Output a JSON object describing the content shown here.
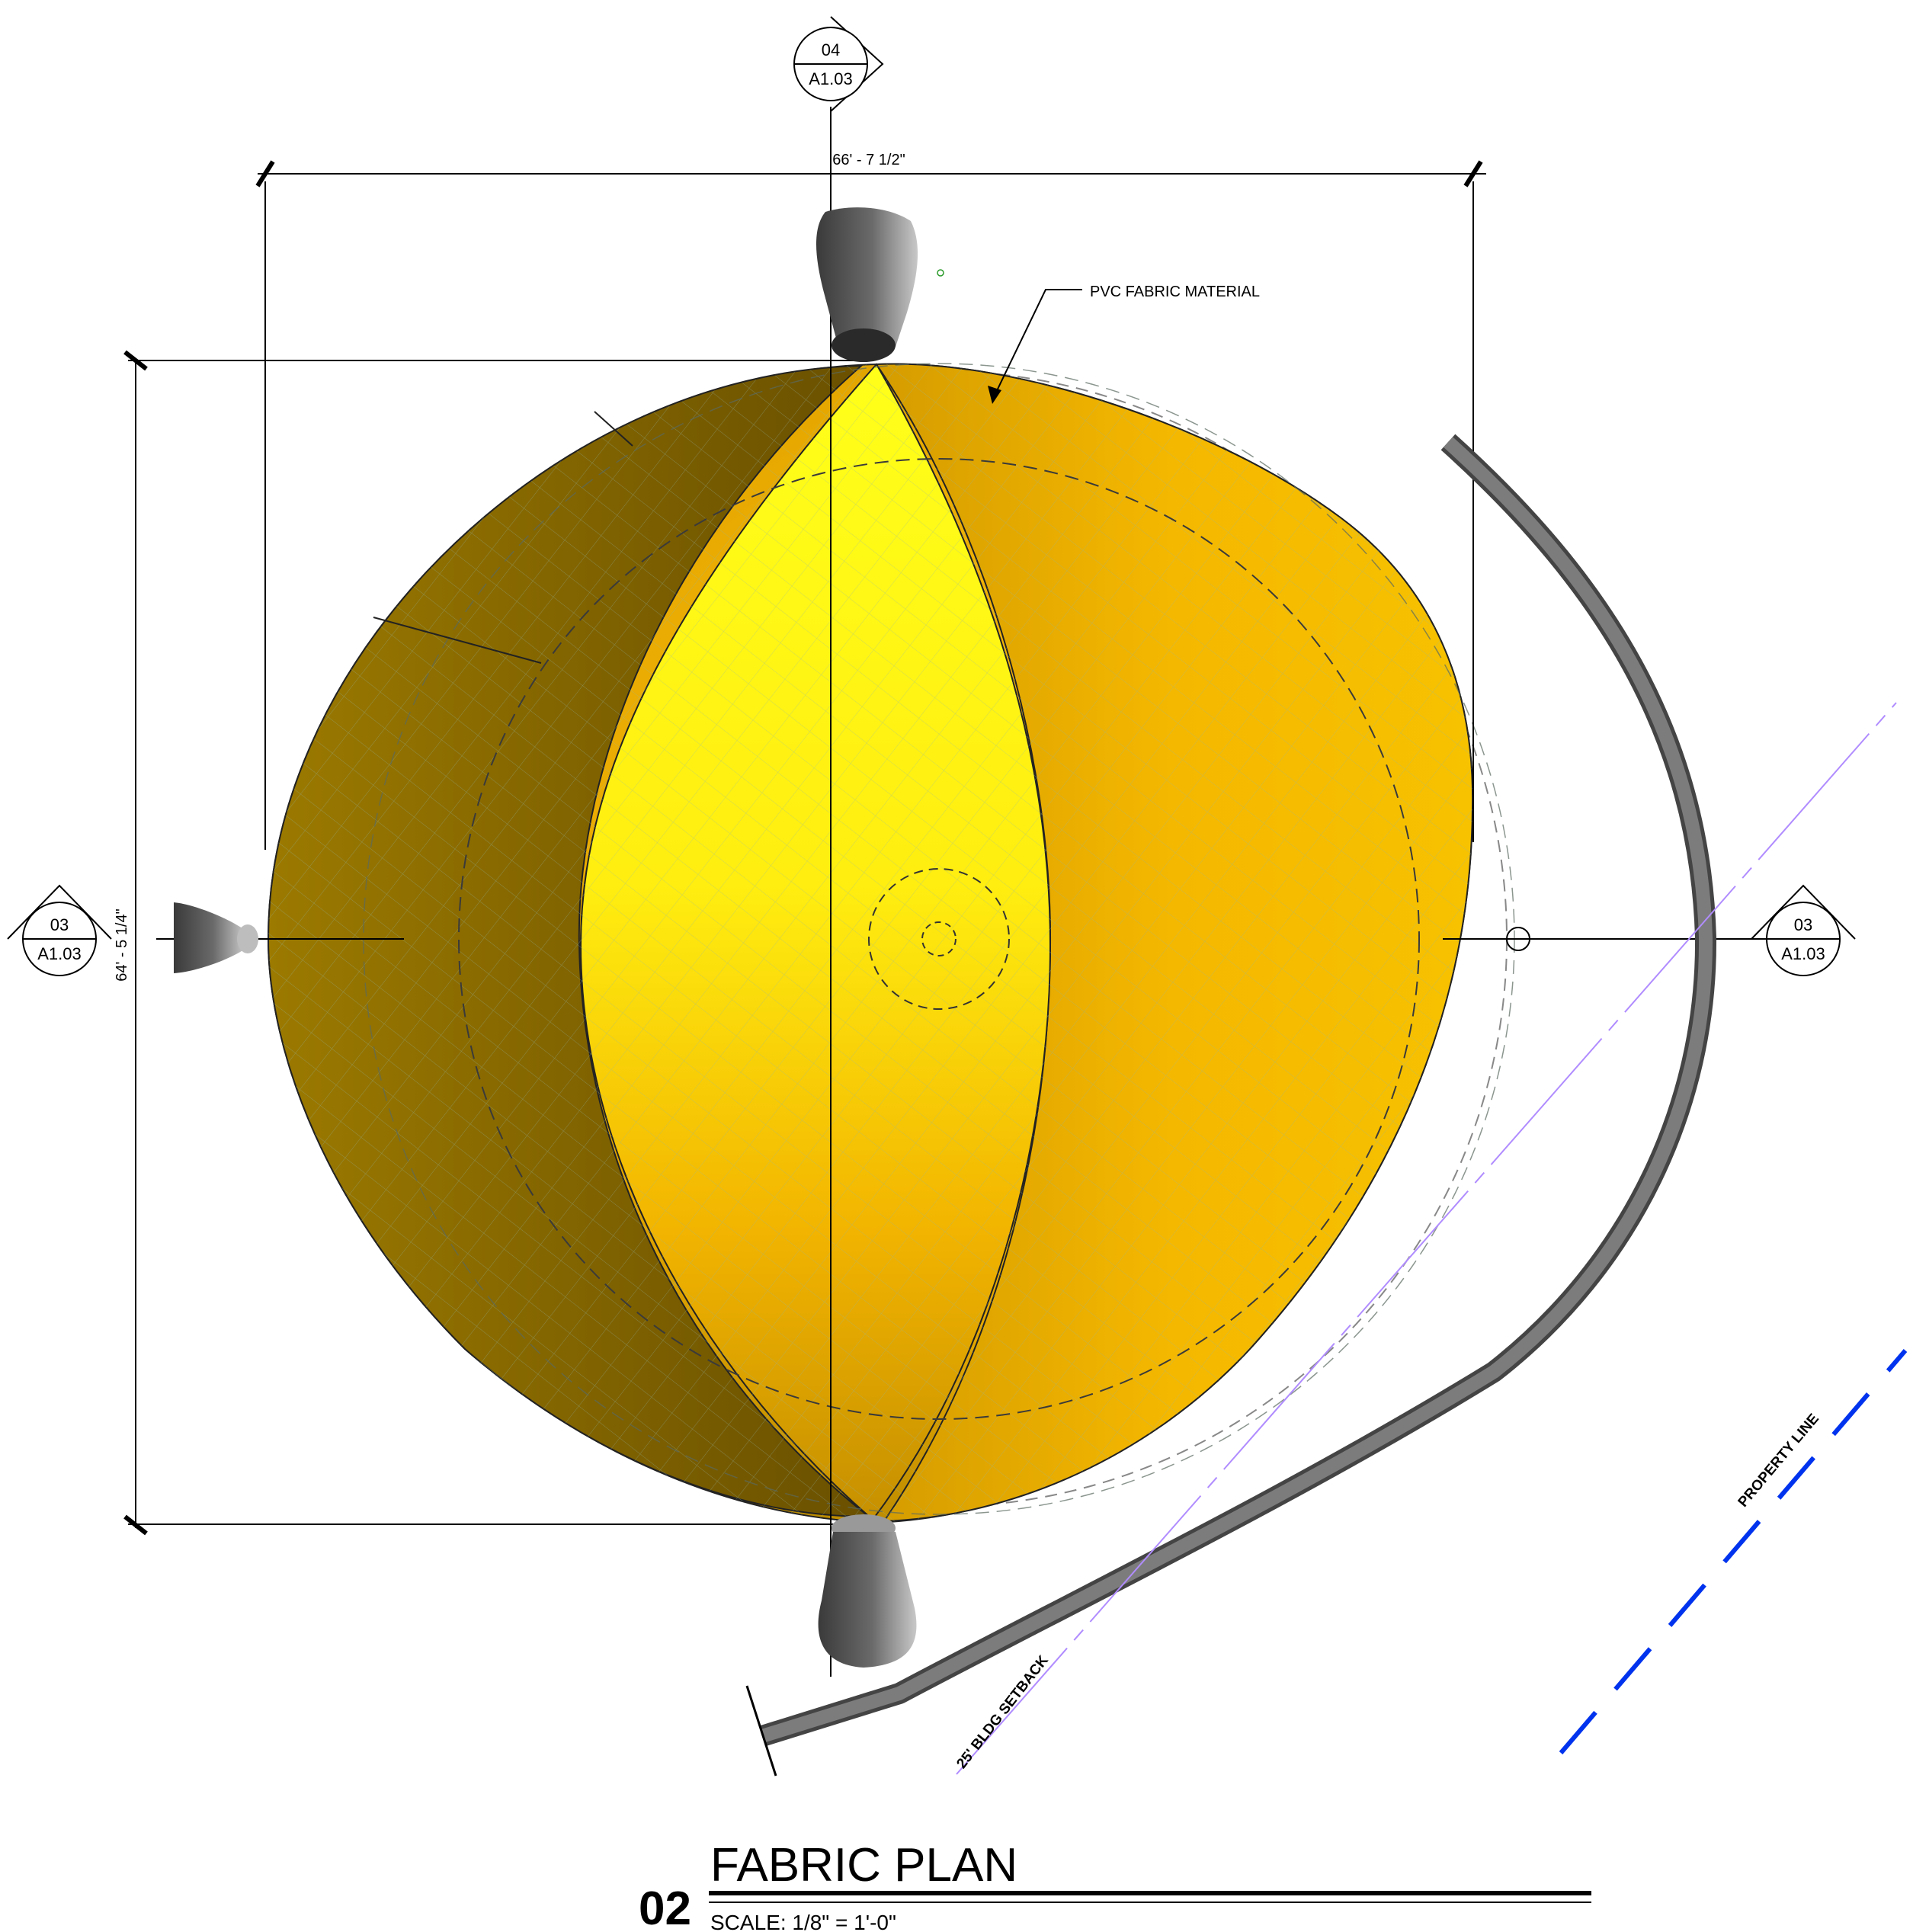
{
  "sheet": {
    "view_number": "02",
    "view_title": "FABRIC PLAN",
    "scale_text": "SCALE:  1/8\" = 1'-0\""
  },
  "section_markers": {
    "top": {
      "number": "04",
      "sheet": "A1.03"
    },
    "left": {
      "number": "03",
      "sheet": "A1.03"
    },
    "right": {
      "number": "03",
      "sheet": "A1.03"
    }
  },
  "dimensions": {
    "width": "66' - 7 1/2\"",
    "height": "64' - 5 1/4\""
  },
  "annotations": {
    "fabric": "PVC FABRIC MATERIAL",
    "setback": "25' BLDG SETBACK",
    "property_line": "PROPERTY LINE"
  },
  "colors": {
    "fabric_bright": "#ffff1a",
    "fabric_gold": "#f2b800",
    "fabric_dark": "#7a5e00",
    "anchor_gray": "#555555",
    "property_line": "#0033ee",
    "setback_line": "#b08cff"
  }
}
